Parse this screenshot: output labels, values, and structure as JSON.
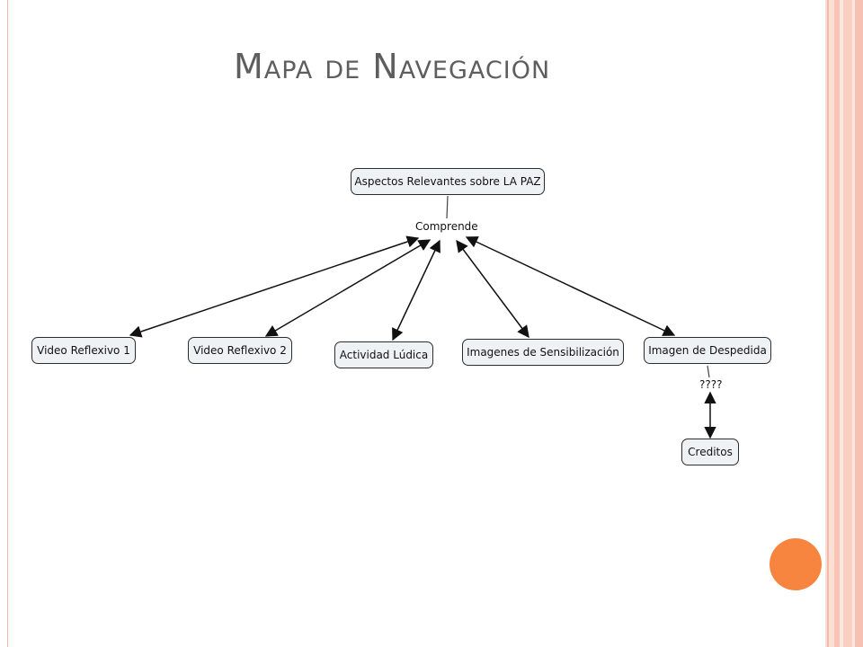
{
  "slide": {
    "title": "Mapa de Navegación",
    "accent_color": "#f7853f",
    "frame_color": "#f4b9a8"
  },
  "diagram": {
    "root": {
      "label": "Aspectos Relevantes sobre LA PAZ"
    },
    "linking_phrase": "Comprende",
    "children": [
      {
        "label": "Video Reflexivo 1"
      },
      {
        "label": "Video Reflexivo 2"
      },
      {
        "label": "Actividad Lúdica"
      },
      {
        "label": "Imagenes de Sensibilización"
      },
      {
        "label": "Imagen de Despedida"
      }
    ],
    "sub_link_phrase": "????",
    "sub_node": {
      "label": "Creditos"
    }
  }
}
